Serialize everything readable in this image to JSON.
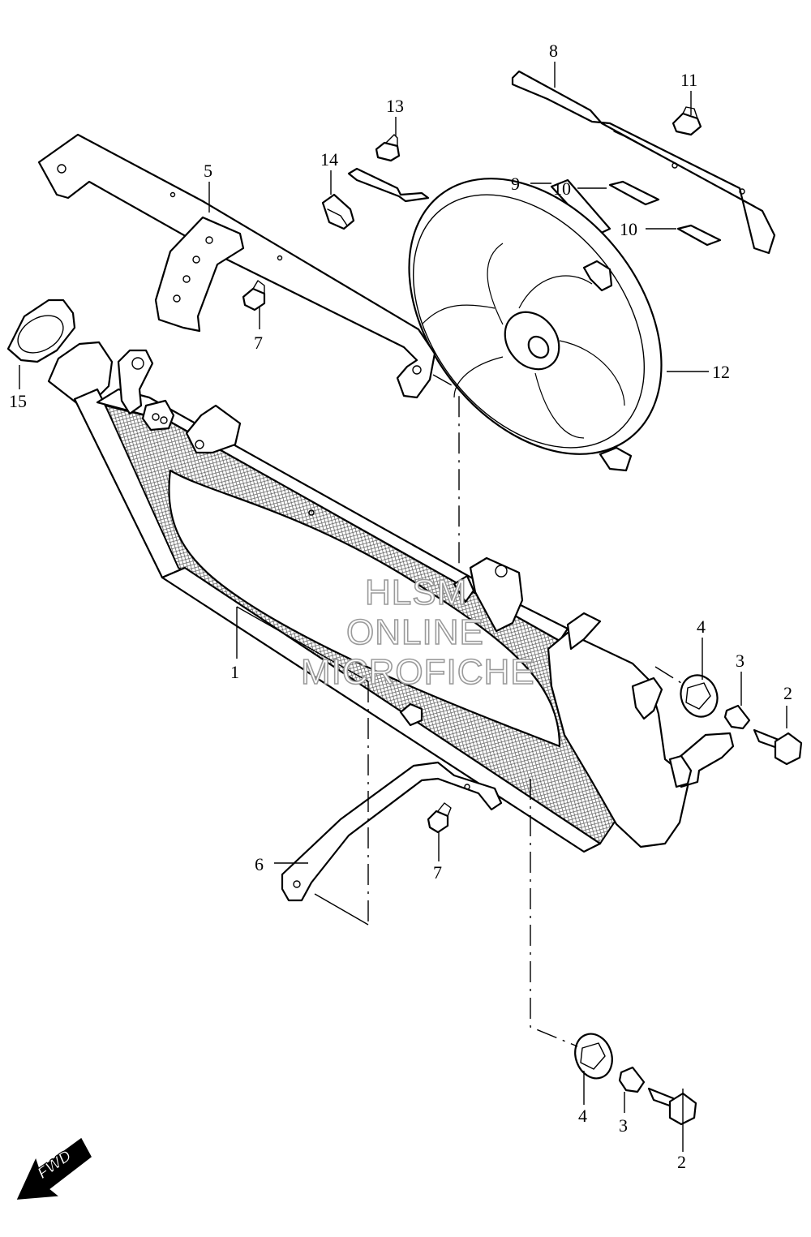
{
  "callouts": [
    {
      "id": "c1",
      "label": "1"
    },
    {
      "id": "c2a",
      "label": "2"
    },
    {
      "id": "c2b",
      "label": "2"
    },
    {
      "id": "c3a",
      "label": "3"
    },
    {
      "id": "c3b",
      "label": "3"
    },
    {
      "id": "c4a",
      "label": "4"
    },
    {
      "id": "c4b",
      "label": "4"
    },
    {
      "id": "c5",
      "label": "5"
    },
    {
      "id": "c6",
      "label": "6"
    },
    {
      "id": "c7a",
      "label": "7"
    },
    {
      "id": "c7b",
      "label": "7"
    },
    {
      "id": "c8",
      "label": "8"
    },
    {
      "id": "c9",
      "label": "9"
    },
    {
      "id": "c10a",
      "label": "10"
    },
    {
      "id": "c10b",
      "label": "10"
    },
    {
      "id": "c11",
      "label": "11"
    },
    {
      "id": "c12",
      "label": "12"
    },
    {
      "id": "c13",
      "label": "13"
    },
    {
      "id": "c14",
      "label": "14"
    },
    {
      "id": "c15",
      "label": "15"
    }
  ],
  "watermark": {
    "line1": "HLSM",
    "line2": "ONLINE",
    "line3": "MICROFICHE"
  },
  "fwd_badge": {
    "label": "FWD"
  }
}
